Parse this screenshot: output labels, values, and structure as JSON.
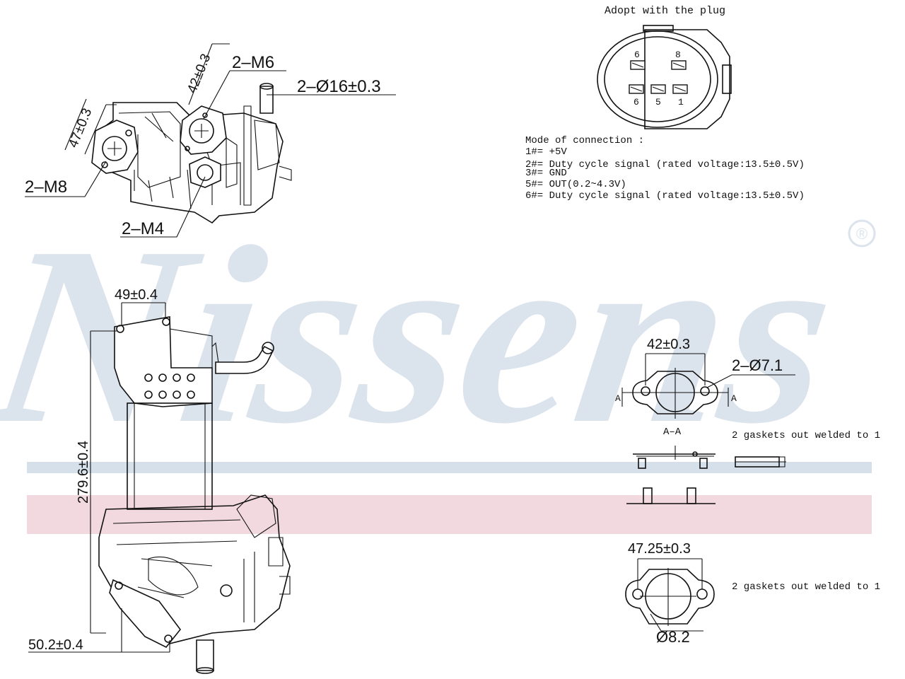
{
  "brand": {
    "name": "Nissens",
    "registered_mark": "®",
    "watermark_color": "#dbe3ec",
    "band_blue": "#d6e0ea",
    "band_pink": "#f2d9df"
  },
  "top_view": {
    "flange_47": "47±0.3",
    "flange_42": "42±0.3",
    "bolts_m6": "2–M6",
    "pipe_dia": "2–Ø16±0.3",
    "bolts_m8": "2–M8",
    "bolts_m4": "2–M4"
  },
  "plug": {
    "title": "Adopt with the plug",
    "pins_top": [
      "6",
      "8"
    ],
    "pins_bottom": [
      "6",
      "5",
      "1"
    ]
  },
  "connection": {
    "title": "Mode of connection :",
    "lines": [
      "1#= +5V",
      "2#= Duty cycle signal (rated voltage:13.5±0.5V)",
      "3#= GND",
      "5#= OUT(0.2~4.3V)",
      "6#= Duty cycle signal (rated voltage:13.5±0.5V)"
    ]
  },
  "front_view": {
    "top_width": "49±0.4",
    "height": "279.6±0.4",
    "bottom_width": "50.2±0.4"
  },
  "gasket_a": {
    "spacing": "42±0.3",
    "holes": "2–Ø7.1",
    "section_mark_left": "A",
    "section_mark_right": "A",
    "section_label": "A–A",
    "note": "2 gaskets out welded to 1"
  },
  "gasket_b": {
    "spacing": "47.25±0.3",
    "hole_dia": "Ø8.2",
    "note": "2 gaskets out welded to 1"
  }
}
